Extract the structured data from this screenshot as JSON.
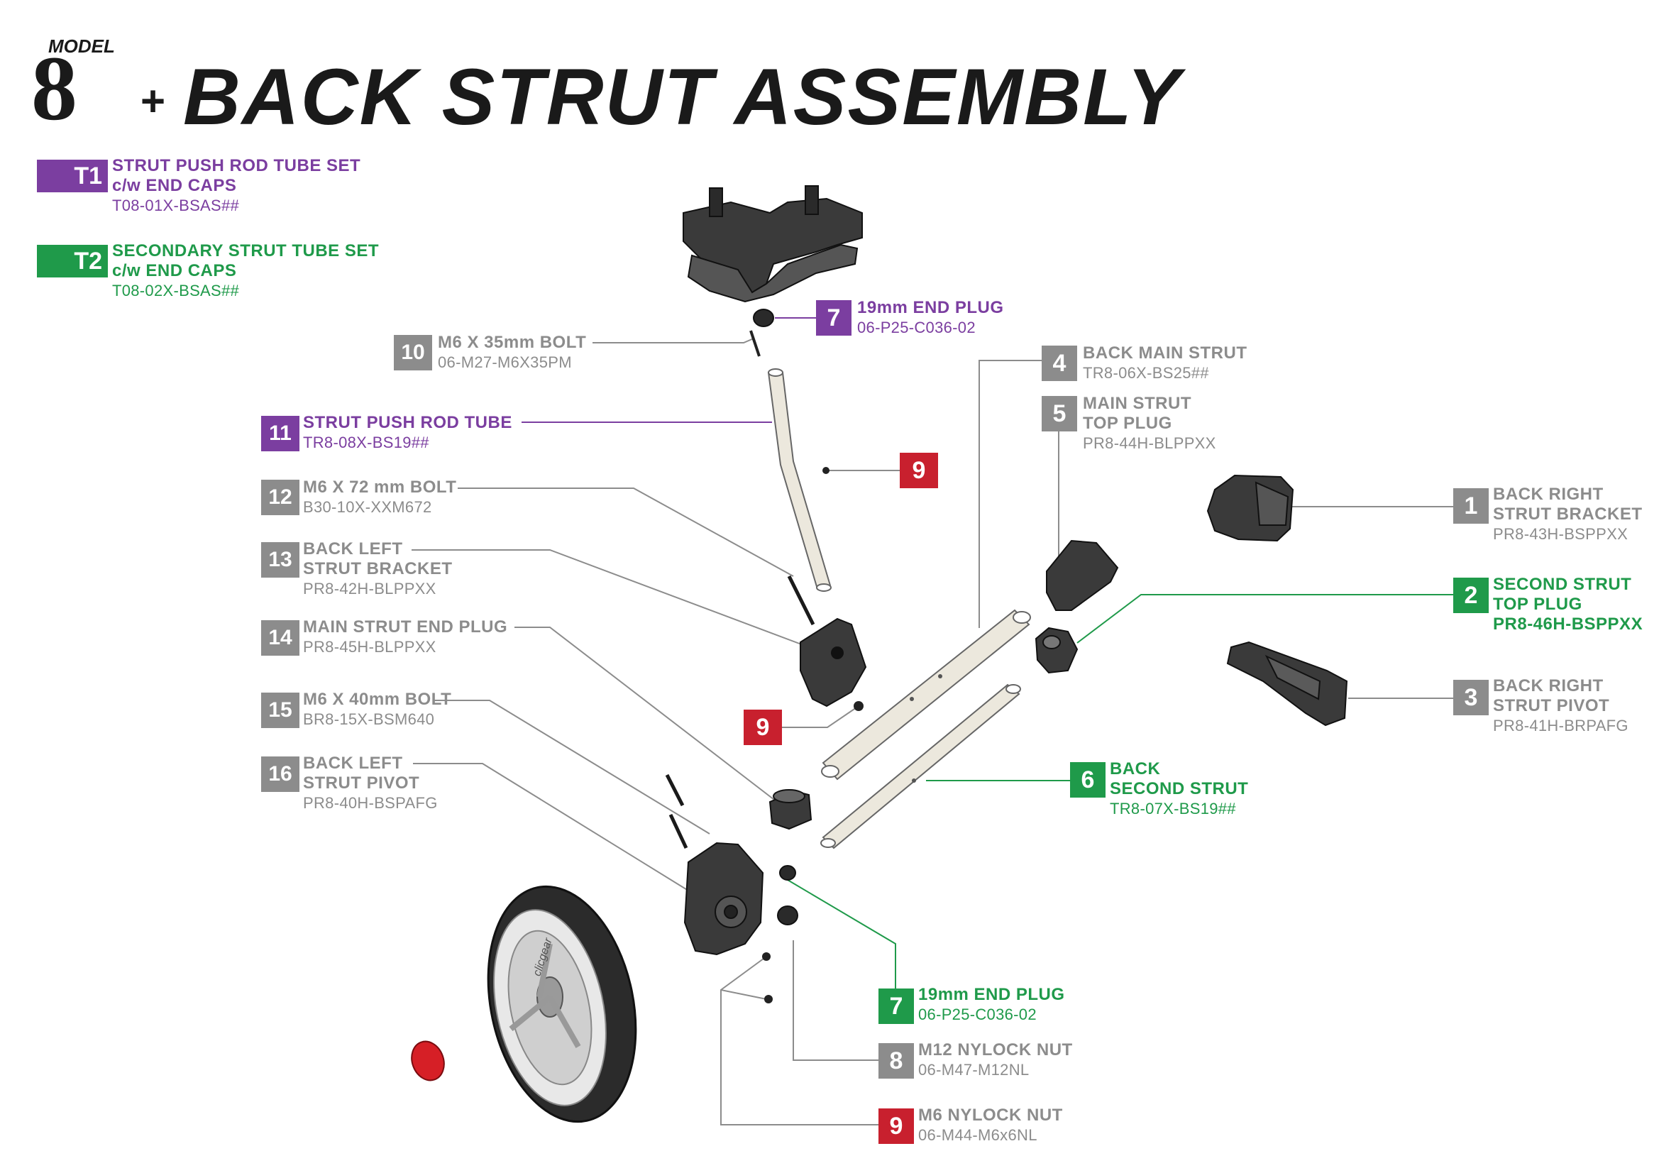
{
  "header": {
    "model_word": "MODEL",
    "model_number": "8",
    "model_plus": "+",
    "title": "BACK STRUT ASSEMBLY"
  },
  "colors": {
    "grey": "#8c8c8c",
    "purple": "#7b3ea0",
    "green": "#1f9a4a",
    "red": "#c8202e",
    "part_dark": "#3a3a3a",
    "tube": "#ece8dd"
  },
  "tube_sets": [
    {
      "badge": "T1",
      "color": "purple",
      "lines": [
        "STRUT PUSH ROD TUBE SET",
        "c/w END CAPS"
      ],
      "code": "T08-01X-BSAS##"
    },
    {
      "badge": "T2",
      "color": "green",
      "lines": [
        "SECONDARY STRUT TUBE SET",
        "c/w END CAPS"
      ],
      "code": "T08-02X-BSAS##"
    }
  ],
  "parts": [
    {
      "id": "p1",
      "badge": "1",
      "color": "grey",
      "lines": [
        "BACK RIGHT",
        "STRUT BRACKET"
      ],
      "code": "PR8-43H-BSPPXX"
    },
    {
      "id": "p2",
      "badge": "2",
      "color": "green",
      "lines": [
        "SECOND STRUT",
        "TOP PLUG"
      ],
      "code": "PR8-46H-BSPPXX"
    },
    {
      "id": "p3",
      "badge": "3",
      "color": "grey",
      "lines": [
        "BACK RIGHT",
        "STRUT PIVOT"
      ],
      "code": "PR8-41H-BRPAFG"
    },
    {
      "id": "p4",
      "badge": "4",
      "color": "grey",
      "lines": [
        "BACK MAIN STRUT"
      ],
      "code": "TR8-06X-BS25##"
    },
    {
      "id": "p5",
      "badge": "5",
      "color": "grey",
      "lines": [
        "MAIN STRUT",
        "TOP PLUG"
      ],
      "code": "PR8-44H-BLPPXX"
    },
    {
      "id": "p6",
      "badge": "6",
      "color": "green",
      "lines": [
        "BACK",
        "SECOND STRUT"
      ],
      "code": "TR8-07X-BS19##"
    },
    {
      "id": "p7a",
      "badge": "7",
      "color": "purple",
      "lines": [
        "19mm END PLUG"
      ],
      "code": "06-P25-C036-02"
    },
    {
      "id": "p7b",
      "badge": "7",
      "color": "green",
      "lines": [
        "19mm END PLUG"
      ],
      "code": "06-P25-C036-02"
    },
    {
      "id": "p8",
      "badge": "8",
      "color": "grey",
      "lines": [
        "M12 NYLOCK NUT"
      ],
      "code": "06-M47-M12NL"
    },
    {
      "id": "p9",
      "badge": "9",
      "color": "red",
      "lines": [
        "M6 NYLOCK NUT"
      ],
      "code": "06-M44-M6x6NL"
    },
    {
      "id": "p10",
      "badge": "10",
      "color": "grey",
      "lines": [
        "M6 X 35mm BOLT"
      ],
      "code": "06-M27-M6X35PM"
    },
    {
      "id": "p11",
      "badge": "11",
      "color": "purple",
      "lines": [
        "STRUT PUSH ROD TUBE"
      ],
      "code": "TR8-08X-BS19##"
    },
    {
      "id": "p12",
      "badge": "12",
      "color": "grey",
      "lines": [
        "M6 X 72 mm BOLT"
      ],
      "code": "B30-10X-XXM672"
    },
    {
      "id": "p13",
      "badge": "13",
      "color": "grey",
      "lines": [
        "BACK LEFT",
        "STRUT BRACKET"
      ],
      "code": "PR8-42H-BLPPXX"
    },
    {
      "id": "p14",
      "badge": "14",
      "color": "grey",
      "lines": [
        "MAIN STRUT END PLUG"
      ],
      "code": "PR8-45H-BLPPXX"
    },
    {
      "id": "p15",
      "badge": "15",
      "color": "grey",
      "lines": [
        "M6 X 40mm BOLT"
      ],
      "code": "BR8-15X-BSM640"
    },
    {
      "id": "p16",
      "badge": "16",
      "color": "grey",
      "lines": [
        "BACK LEFT",
        "STRUT PIVOT"
      ],
      "code": "PR8-40H-BSPAFG"
    }
  ],
  "callouts_extra": [
    {
      "id": "c9a",
      "badge": "9",
      "color": "red"
    },
    {
      "id": "c9b",
      "badge": "9",
      "color": "red"
    }
  ],
  "wheel_logo": "clicgear"
}
